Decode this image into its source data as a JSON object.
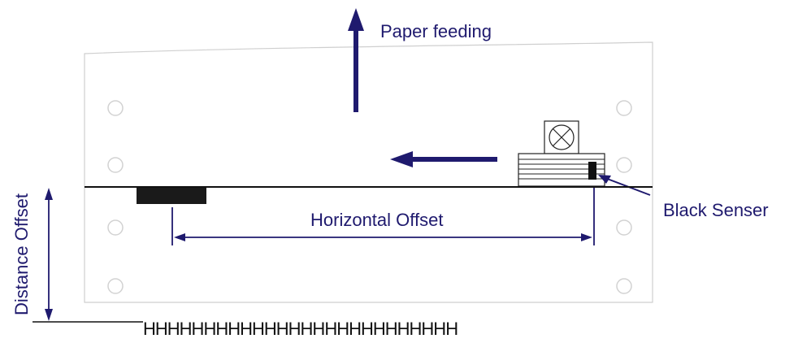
{
  "labels": {
    "paper_feeding": "Paper feeding",
    "horizontal_offset": "Horizontal Offset",
    "black_sensor": "Black Senser",
    "distance_offset": "Distance Offset",
    "print_sample": "HHHHHHHHHHHHHHHHHHHHHHHHHH"
  },
  "colors": {
    "arrow": "#1f1a6e",
    "outline": "#c8c8c8",
    "line": "#111111",
    "mark": "#1a1a1a"
  }
}
